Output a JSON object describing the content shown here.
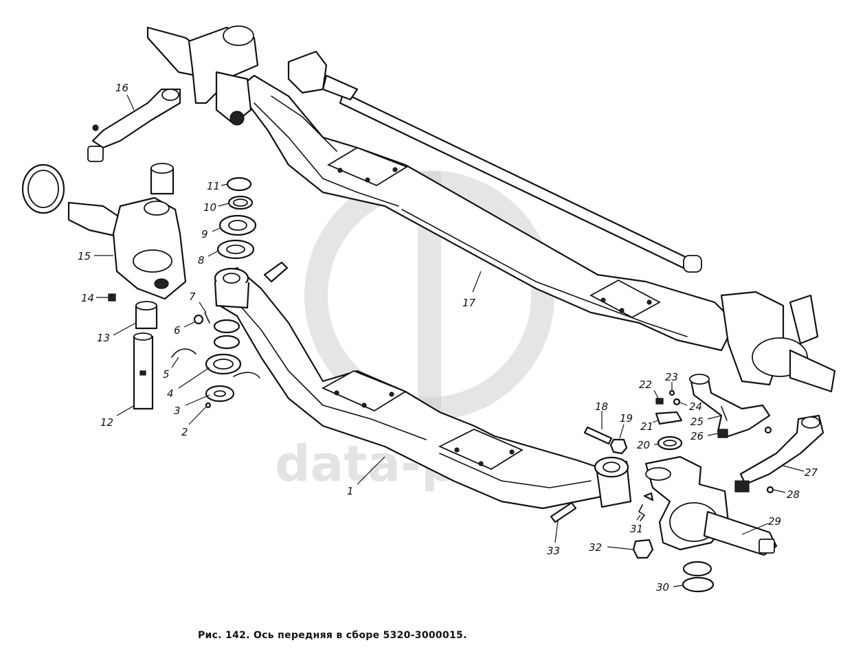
{
  "caption": "Рис. 142. Ось передняя в сборе 5320-3000015.",
  "watermark": {
    "text": "data-parts",
    "color": "#cfcfcf"
  },
  "line_color": "#111111",
  "background": "#ffffff",
  "callouts": {
    "c1": "1",
    "c2": "2",
    "c3": "3",
    "c4": "4",
    "c5": "5",
    "c6": "6",
    "c7": "7",
    "c8": "8",
    "c9": "9",
    "c10": "10",
    "c11": "11",
    "c12": "12",
    "c13": "13",
    "c14": "14",
    "c15": "15",
    "c16": "16",
    "c17": "17",
    "c18": "18",
    "c19": "19",
    "c20": "20",
    "c21": "21",
    "c22": "22",
    "c23": "23",
    "c24": "24",
    "c25": "25",
    "c26": "26",
    "c27": "27",
    "c28": "28",
    "c29": "29",
    "c30": "30",
    "c31": "31",
    "c32": "32",
    "c33": "33"
  }
}
